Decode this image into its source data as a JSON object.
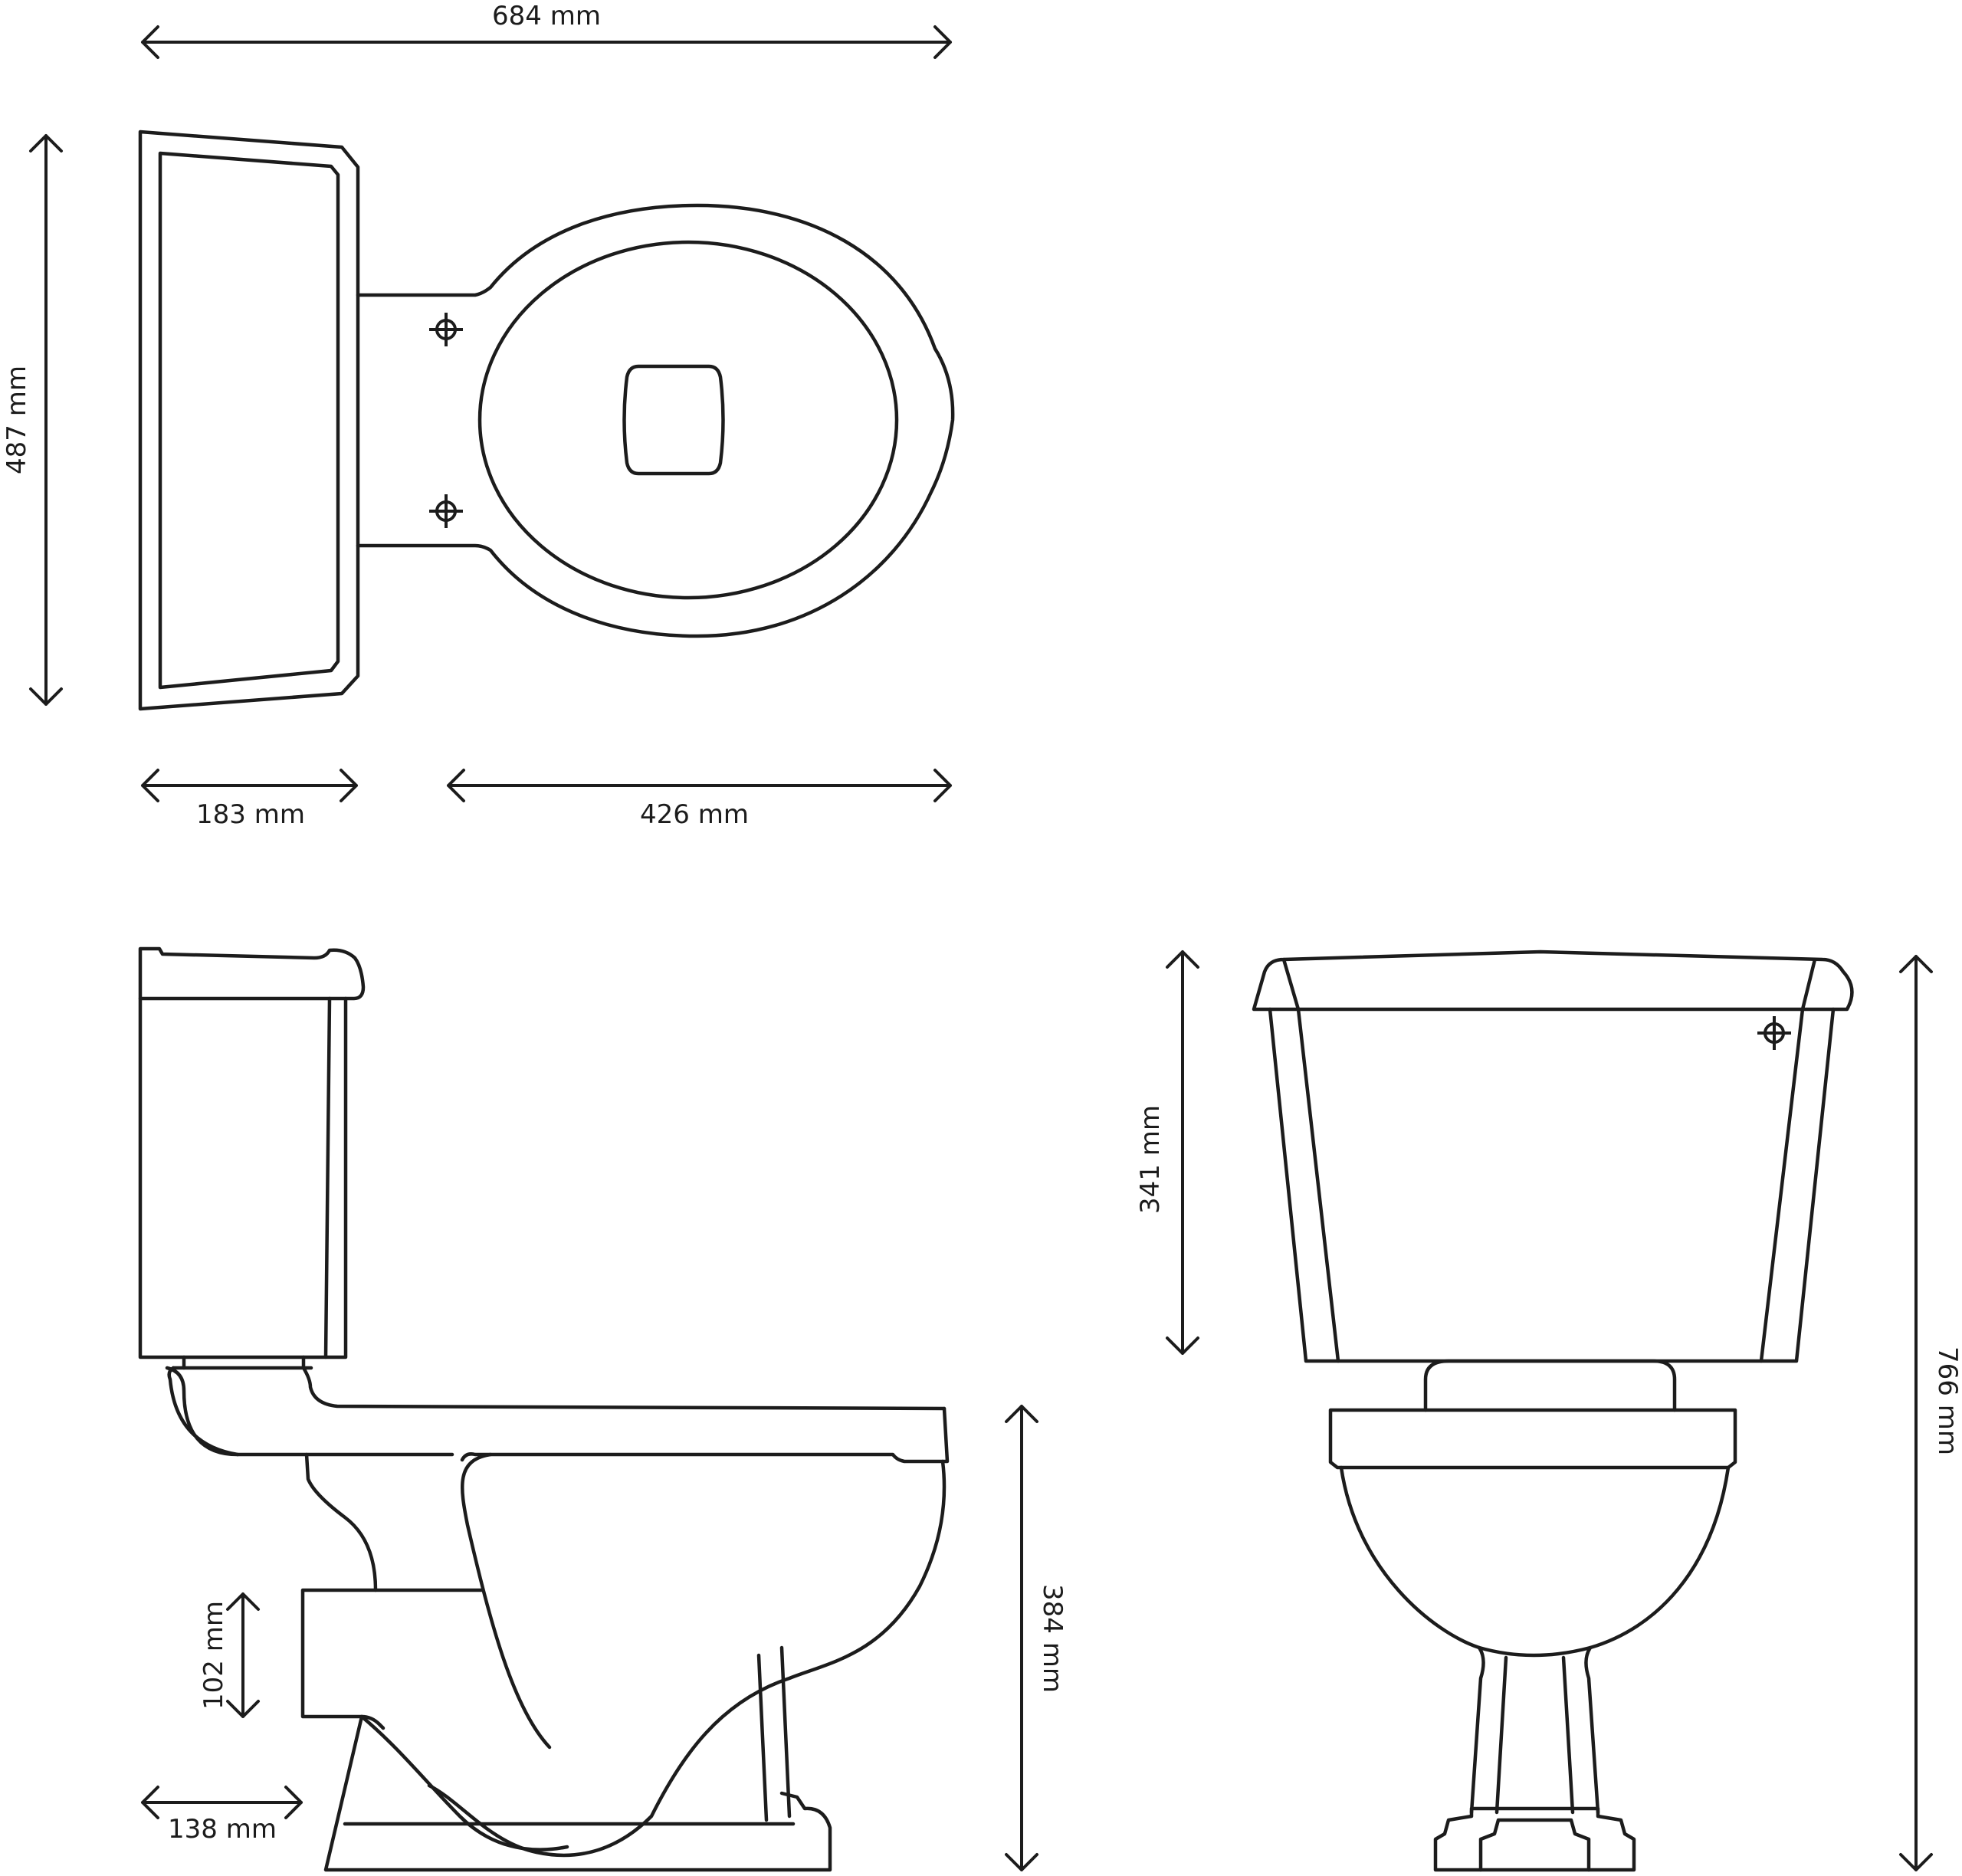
{
  "dimensions": {
    "overall_length": "684 mm",
    "overall_depth": "487 mm",
    "cistern_depth": "183 mm",
    "pan_length": "426 mm",
    "outlet_height": "102 mm",
    "outlet_offset": "138 mm",
    "pan_height": "384 mm",
    "cistern_height": "341 mm",
    "overall_height": "766 mm"
  }
}
